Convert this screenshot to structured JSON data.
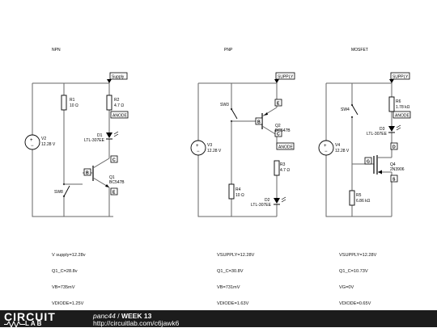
{
  "schematic": {
    "titles": {
      "npn": "NPN",
      "pnp": "PNP",
      "mosfet": "MOSFET"
    },
    "npn": {
      "supply": "Supply",
      "anode": "ANODE",
      "b": "B",
      "c": "C",
      "e": "E",
      "r1_name": "R1",
      "r1_val": "10 Ω",
      "r2_name": "R2",
      "r2_val": "4.7 Ω",
      "d1_name": "D1",
      "d1_val": "LTL-307EE",
      "v2_name": "V2",
      "v2_val": "12.28 V",
      "q1_name": "Q1",
      "q1_val": "BC547B",
      "sw_name": "SW8"
    },
    "pnp": {
      "supply": "SUPPLY",
      "anode": "ANODE",
      "b": "B",
      "c": "C",
      "e": "E",
      "sw_name": "SW3",
      "v3_name": "V3",
      "v3_val": "12.28 V",
      "q2_name": "Q2",
      "q2_val": "BC547B",
      "r3_name": "R3",
      "r3_val": "4.7 Ω",
      "r4_name": "R4",
      "r4_val": "10 Ω",
      "d2_name": "D2",
      "d2_val": "LTL-307EE"
    },
    "mosfet": {
      "supply": "SUPPLY",
      "anode": "ANODE",
      "g": "G",
      "d": "D",
      "s": "S",
      "sw_name": "SW4",
      "r6_name": "R6",
      "r6_val": "1.78 kΩ",
      "d3_name": "D3",
      "d3_val": "LTL-307EE",
      "v4_name": "V4",
      "v4_val": "12.28 V",
      "q4_name": "Q4",
      "q4_val": "2N3906",
      "r5_name": "R5",
      "r5_val": "6.86 kΩ"
    }
  },
  "notes": {
    "npn": [
      "V supply=12.28v",
      "Q1_C=28.8v",
      "VB=735mV",
      "VDIODE=1.25V"
    ],
    "pnp": [
      "VSUPPLY=12.28V",
      "Q1_C=30.8V",
      "VB=731mV",
      "VDIODE=1.63V"
    ],
    "mosfet": [
      "VSUPPLY=12.28V",
      "Q1_C=10.73V",
      "VG=0V",
      "VDIODE=0.65V"
    ]
  },
  "footer": {
    "logo_top": "CIRCUIT",
    "logo_bottom": "LAB",
    "user": "panc44",
    "separator": " / ",
    "week": "WEEK 13",
    "url": "http://circuitlab.com/c6jawk6"
  }
}
